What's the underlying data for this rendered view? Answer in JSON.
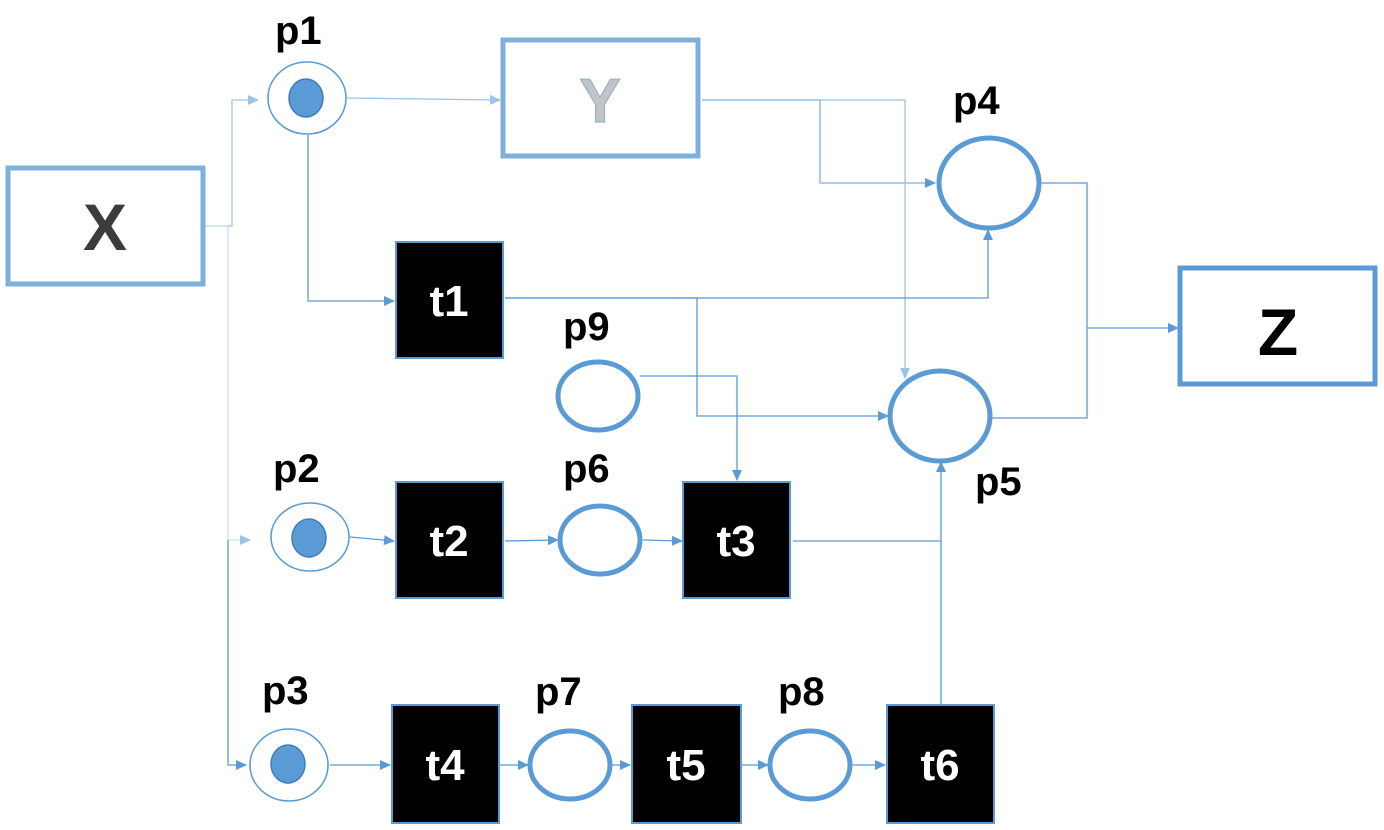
{
  "diagram": {
    "colors": {
      "edge": "#5b9bd5",
      "edge_light": "#9dc3e6",
      "box_border": "#7eb0de",
      "token": "#5b9bd5",
      "transition_fill": "#000000",
      "place_border": "#5b9bd5",
      "box_text_dark": "#3c3c3c",
      "box_text_light": "#bfbfbf"
    },
    "boxes": {
      "x": "X",
      "y": "Y",
      "z": "Z"
    },
    "places": {
      "p1": "p1",
      "p2": "p2",
      "p3": "p3",
      "p4": "p4",
      "p5": "p5",
      "p6": "p6",
      "p7": "p7",
      "p8": "p8",
      "p9": "p9"
    },
    "transitions": {
      "t1": "t1",
      "t2": "t2",
      "t3": "t3",
      "t4": "t4",
      "t5": "t5",
      "t6": "t6"
    }
  }
}
